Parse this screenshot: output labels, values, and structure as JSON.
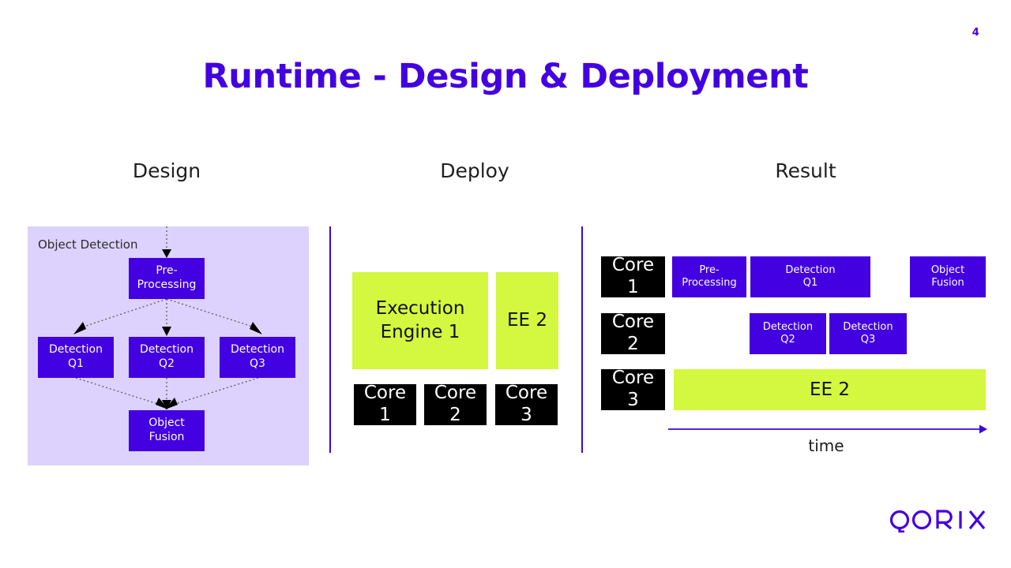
{
  "slide": {
    "page_number": "4",
    "title": "Runtime - Design & Deployment",
    "brand": "QORIX"
  },
  "colors": {
    "accent_purple": "#4300E0",
    "divider_purple": "#3B06D6",
    "panel_lavender": "#DDD2FD",
    "engine_green": "#D4F73F",
    "core_black": "#000000",
    "text_dark": "#20201F",
    "background": "#FFFFFF"
  },
  "columns": {
    "design": "Design",
    "deploy": "Deploy",
    "result": "Result"
  },
  "design": {
    "panel_label": "Object Detection",
    "nodes": [
      {
        "id": "pre",
        "label": "Pre-\nProcessing"
      },
      {
        "id": "q1",
        "label": "Detection\nQ1"
      },
      {
        "id": "q2",
        "label": "Detection\nQ2"
      },
      {
        "id": "q3",
        "label": "Detection\nQ3"
      },
      {
        "id": "fusion",
        "label": "Object\nFusion"
      }
    ],
    "edges": [
      {
        "from": "input",
        "to": "pre"
      },
      {
        "from": "pre",
        "to": "q1"
      },
      {
        "from": "pre",
        "to": "q2"
      },
      {
        "from": "pre",
        "to": "q3"
      },
      {
        "from": "q1",
        "to": "fusion"
      },
      {
        "from": "q2",
        "to": "fusion"
      },
      {
        "from": "q3",
        "to": "fusion"
      }
    ]
  },
  "deploy": {
    "engines": [
      {
        "id": "ee1",
        "label": "Execution\nEngine 1"
      },
      {
        "id": "ee2",
        "label": "EE 2"
      }
    ],
    "cores": [
      {
        "id": "core1",
        "label": "Core\n1"
      },
      {
        "id": "core2",
        "label": "Core\n2"
      },
      {
        "id": "core3",
        "label": "Core\n3"
      }
    ]
  },
  "result": {
    "cores": [
      {
        "id": "core1",
        "label": "Core\n1"
      },
      {
        "id": "core2",
        "label": "Core\n2"
      },
      {
        "id": "core3",
        "label": "Core\n3"
      }
    ],
    "tasks": [
      {
        "id": "pre",
        "core": "core1",
        "label": "Pre-\nProcessing",
        "kind": "task"
      },
      {
        "id": "q1",
        "core": "core1",
        "label": "Detection\nQ1",
        "kind": "task"
      },
      {
        "id": "fusion",
        "core": "core1",
        "label": "Object\nFusion",
        "kind": "task"
      },
      {
        "id": "q2",
        "core": "core2",
        "label": "Detection\nQ2",
        "kind": "task"
      },
      {
        "id": "q3",
        "core": "core2",
        "label": "Detection\nQ3",
        "kind": "task"
      },
      {
        "id": "ee2",
        "core": "core3",
        "label": "EE 2",
        "kind": "engine"
      }
    ],
    "axis_label": "time"
  }
}
